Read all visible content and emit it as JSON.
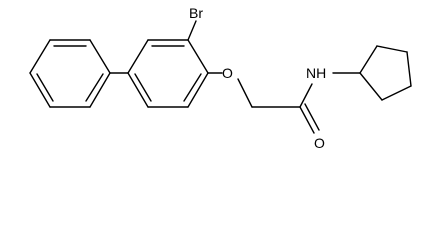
{
  "molecule": {
    "atoms": {
      "bromine": "Br",
      "ether_oxygen": "O",
      "amide_nitrogen": "NH",
      "carbonyl_oxygen": "O"
    },
    "colors": {
      "bond": "#000000",
      "label": "#000000",
      "background": "#ffffff"
    }
  }
}
